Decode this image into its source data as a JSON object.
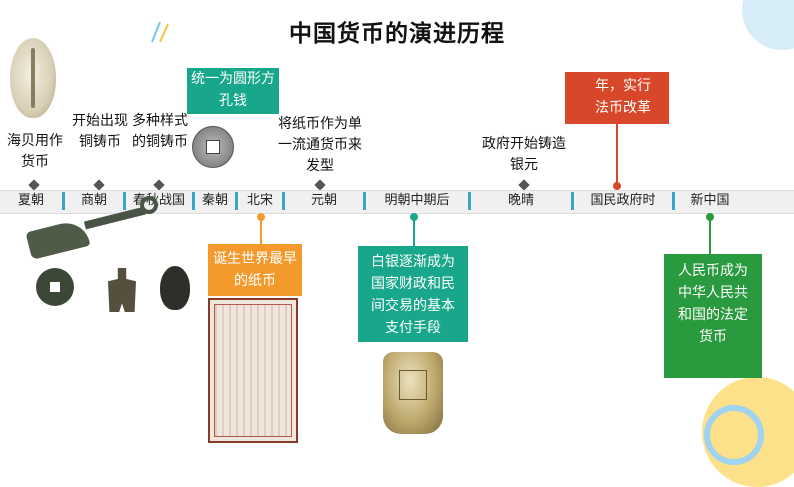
{
  "title": "中国货币的演进历程",
  "colors": {
    "teal": "#19a78c",
    "orange": "#f49a2c",
    "red": "#d9472a",
    "green": "#2a9a3e",
    "blue": "#2aa3d6"
  },
  "eras": [
    "夏朝",
    "商朝",
    "春秋战国",
    "秦朝",
    "北宋",
    "元朝",
    "明朝中期后",
    "晚晴",
    "国民政府时",
    "新中国"
  ],
  "top_texts": {
    "xia": "海贝用作货币",
    "shang": "开始出现铜铸币",
    "chunqiu": "多种样式的铜铸币",
    "yuan": "将纸币作为单一流通货币来发型",
    "late_qing": "政府开始铸造银元"
  },
  "boxes": {
    "qin": "统一为圆形方孔钱",
    "guomin": "年，实行法币改革",
    "beisong": "诞生世界最早的纸币",
    "ming": "白银逐渐成为国家财政和民间交易的基本支付手段",
    "xinzhongguo": "人民币成为中华人民共和国的法定货币"
  },
  "icons": [
    "shell-image",
    "coin-image",
    "knife-coin-image",
    "paper-money-image",
    "silver-ingot-image"
  ]
}
